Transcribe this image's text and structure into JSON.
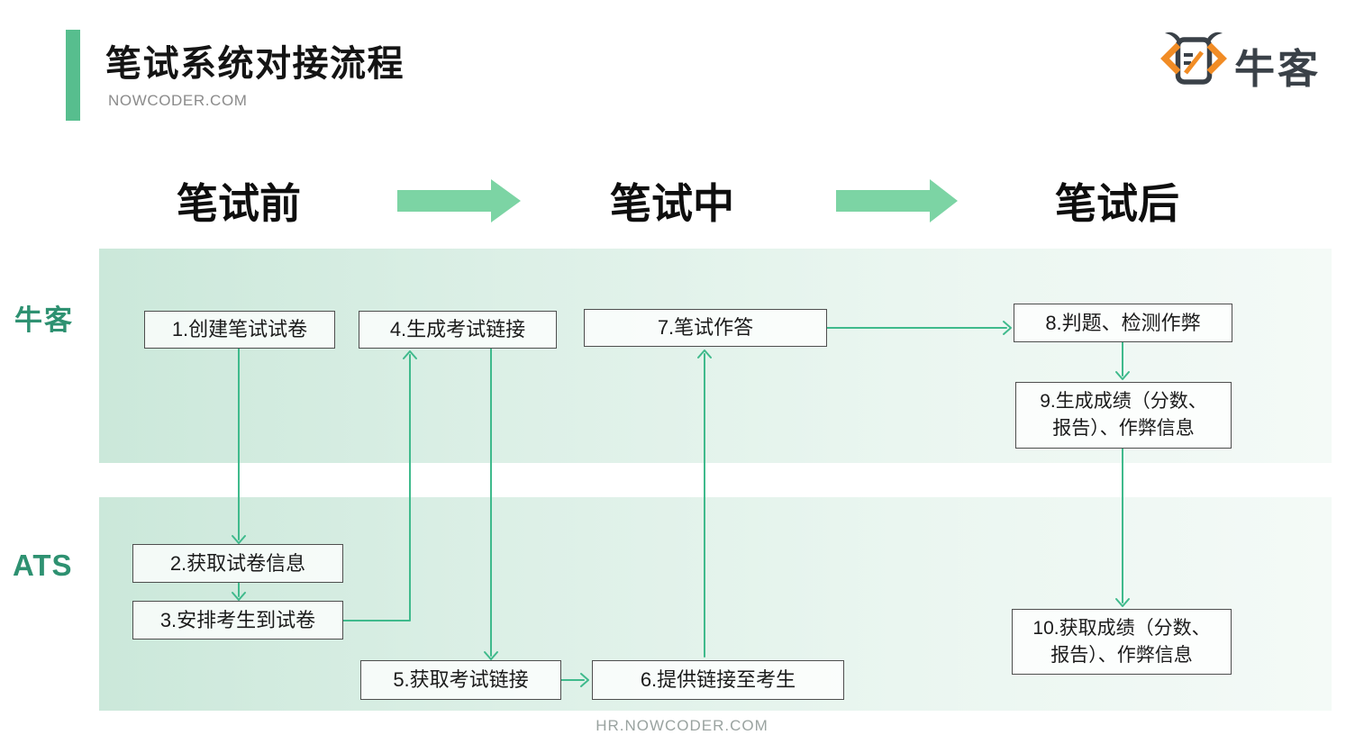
{
  "header": {
    "title": "笔试系统对接流程",
    "subtitle": "NOWCODER.COM",
    "brand": "牛客",
    "logo_icon": "nowcoder-bull-code-icon"
  },
  "phases": [
    {
      "label": "笔试前"
    },
    {
      "label": "笔试中"
    },
    {
      "label": "笔试后"
    }
  ],
  "lanes": [
    {
      "label": "牛客"
    },
    {
      "label": "ATS"
    }
  ],
  "boxes": {
    "b1": "1.创建笔试试卷",
    "b2": "2.获取试卷信息",
    "b3": "3.安排考生到试卷",
    "b4": "4.生成考试链接",
    "b5": "5.获取考试链接",
    "b6": "6.提供链接至考生",
    "b7": "7.笔试作答",
    "b8": "8.判题、检测作弊",
    "b9": {
      "lines": [
        "9.生成成绩（分数、",
        "报告）、作弊信息"
      ]
    },
    "b10": {
      "lines": [
        "10.获取成绩（分数、",
        "报告）、作弊信息"
      ]
    }
  },
  "footer": "HR.NOWCODER.COM",
  "colors": {
    "accent_green": "#57be8e",
    "big_arrow_green": "#7cd4a4",
    "connector_green": "#3fba8c",
    "lane_label_green": "#2e9171",
    "band_left": "#cbe8da",
    "band_right": "#f4faf7",
    "brand_orange": "#f18c25",
    "brand_dark": "#3a4148",
    "box_border": "#4e4e4e"
  }
}
